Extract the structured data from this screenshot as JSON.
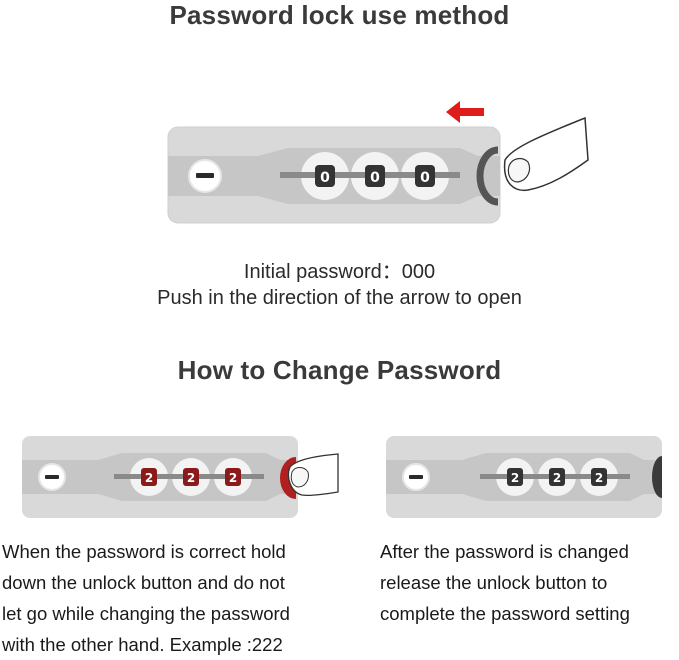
{
  "section_use": {
    "title": "Password lock use method",
    "dial_digits": [
      "0",
      "0",
      "0"
    ],
    "initial_password_line": "Initial password：000",
    "instruction_line": "Push in the direction of the arrow to open"
  },
  "section_change": {
    "title": "How to Change Password",
    "left_panel": {
      "dial_digits": [
        "2",
        "2",
        "2"
      ],
      "digit_color": "#8b1a1a",
      "text_lines": [
        "When the password is correct hold",
        "down the unlock button and do not",
        "let go while changing the password",
        "with the other hand. Example :222"
      ]
    },
    "right_panel": {
      "dial_digits": [
        "2",
        "2",
        "2"
      ],
      "digit_color": "#333333",
      "text_lines": [
        "After the password is changed",
        "release the unlock button to",
        "complete the password setting"
      ]
    }
  },
  "colors": {
    "arrow": "#e01b1b",
    "lock_body": "#d6d6d6",
    "lock_band": "#c4c4c4"
  }
}
